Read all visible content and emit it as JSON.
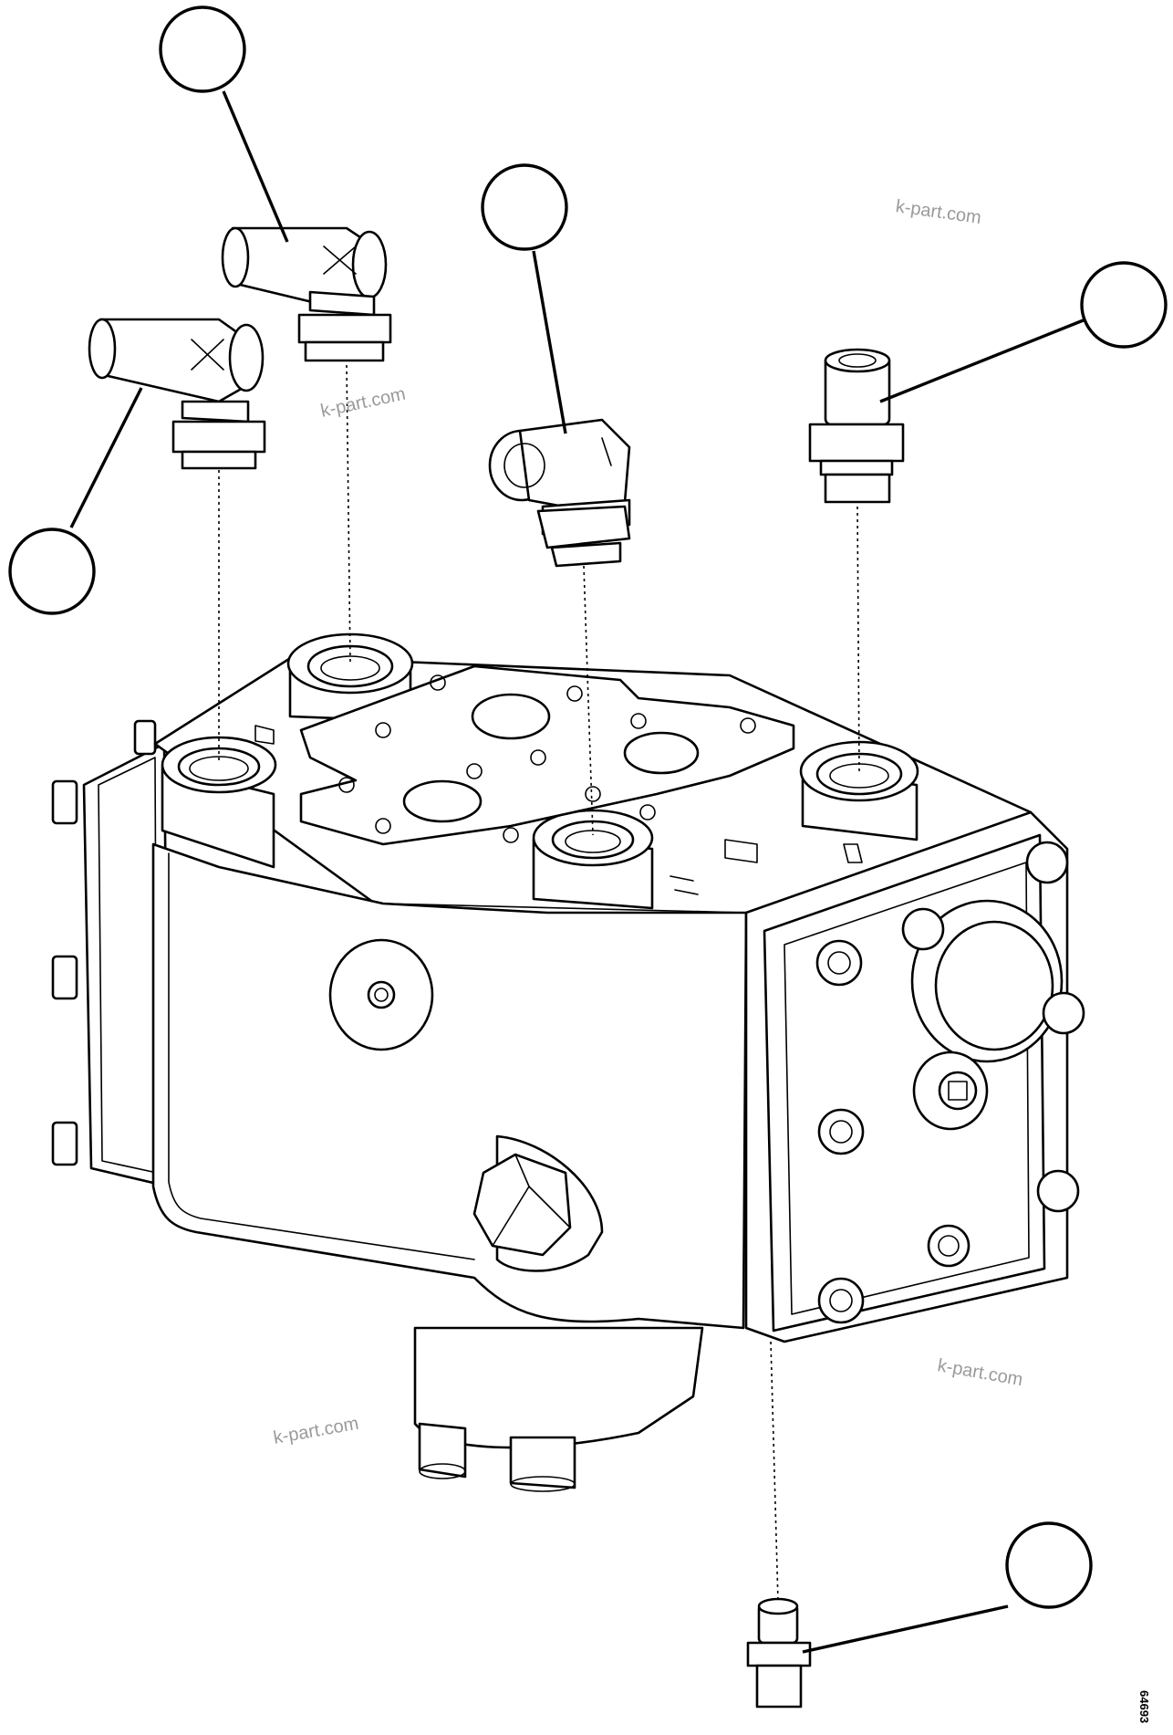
{
  "figure": {
    "id_label": "64693",
    "line_color": "#000000",
    "background": "#ffffff"
  },
  "watermarks": [
    "k-part.com",
    "k-part.com",
    "k-part.com",
    "k-part.com"
  ],
  "callouts": [
    {
      "label": ""
    },
    {
      "label": ""
    },
    {
      "label": ""
    },
    {
      "label": ""
    },
    {
      "label": ""
    }
  ]
}
